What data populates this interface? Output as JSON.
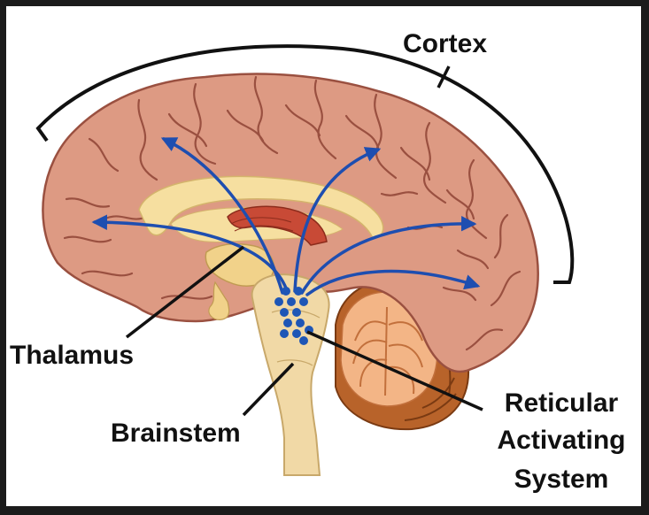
{
  "labels": {
    "cortex": "Cortex",
    "thalamus": "Thalamus",
    "brainstem": "Brainstem",
    "ras_line1": "Reticular",
    "ras_line2": "Activating",
    "ras_line3": "System"
  },
  "colors": {
    "frame_background": "#1b1b1b",
    "background": "#ffffff",
    "cortex_tissue": "#dd9a83",
    "sulcus_lines": "#9a5040",
    "corpus_callosum": "#f6dfa0",
    "thalamus_red": "#c84a36",
    "brainstem": "#f1d9a6",
    "cerebellum_orange": "#f3b586",
    "cerebellum_brown": "#b8632a",
    "ras_dots": "#1e56b6",
    "ras_arrows": "#1e4eb0",
    "leader_lines": "#111111"
  },
  "icons": {
    "arrowheads": "arrowhead-icon"
  }
}
